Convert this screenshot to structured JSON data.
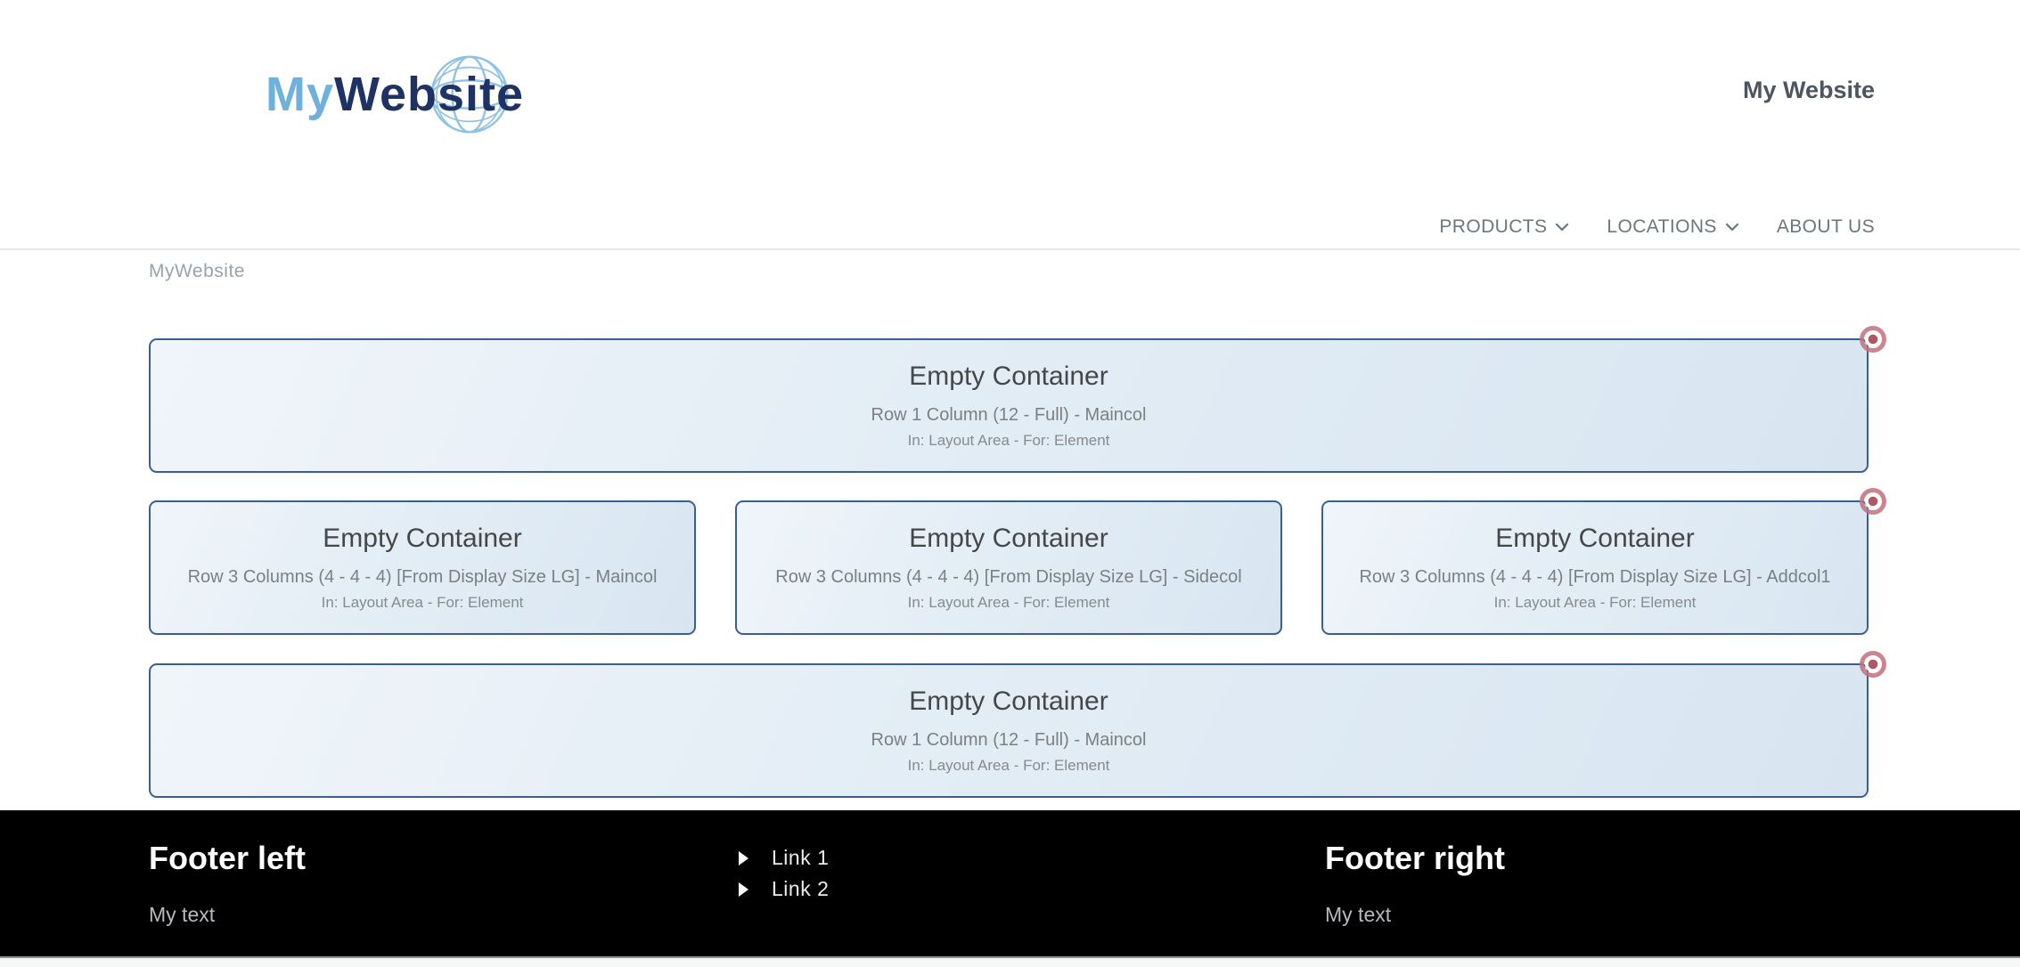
{
  "header": {
    "logo": {
      "part1": "My",
      "part2": "Website"
    },
    "site_title": "My Website",
    "nav": {
      "items": [
        {
          "label": "PRODUCTS",
          "has_dropdown": true
        },
        {
          "label": "LOCATIONS",
          "has_dropdown": true
        },
        {
          "label": "ABOUT US",
          "has_dropdown": false
        }
      ]
    }
  },
  "breadcrumb": {
    "label": "MyWebsite"
  },
  "blocks": [
    {
      "title": "Empty Container",
      "subtitle": "Row 1 Column (12 - Full) - Maincol",
      "context": "In: Layout Area - For: Element"
    },
    {
      "title": "Empty Container",
      "subtitle": "Row 3 Columns (4 - 4 - 4) [From Display Size LG] - Maincol",
      "context": "In: Layout Area - For: Element"
    },
    {
      "title": "Empty Container",
      "subtitle": "Row 3 Columns (4 - 4 - 4) [From Display Size LG] - Sidecol",
      "context": "In: Layout Area - For: Element"
    },
    {
      "title": "Empty Container",
      "subtitle": "Row 3 Columns (4 - 4 - 4) [From Display Size LG] - Addcol1",
      "context": "In: Layout Area - For: Element"
    },
    {
      "title": "Empty Container",
      "subtitle": "Row 1 Column (12 - Full) - Maincol",
      "context": "In: Layout Area - For: Element"
    }
  ],
  "footer": {
    "left": {
      "heading": "Footer left",
      "text": "My text"
    },
    "links": [
      {
        "label": "Link 1"
      },
      {
        "label": "Link 2"
      }
    ],
    "right": {
      "heading": "Footer right",
      "text": "My text"
    }
  },
  "colors": {
    "logo_blue": "#6db1dc",
    "logo_navy": "#1e3363",
    "globe_blue": "#8fc2e4",
    "nav_text": "#6d757d",
    "site_title": "#4c5560",
    "breadcrumb_text": "#9aa2ab",
    "placeholder_border": "#3c5f93",
    "placeholder_bg_start": "#f0f5fa",
    "placeholder_bg_end": "#d8e5f1",
    "placeholder_title": "#454748",
    "target_icon_ring": "#c1707b",
    "target_icon_dot": "#ad5864",
    "footer_bg": "#000000",
    "footer_text": "#b6babd"
  }
}
